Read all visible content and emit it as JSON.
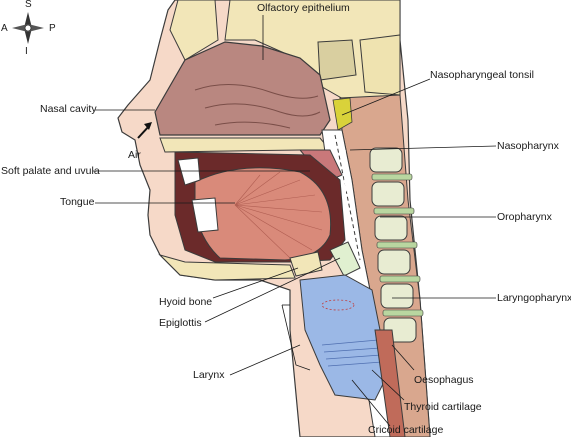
{
  "compass": {
    "superior": "S",
    "inferior": "I",
    "anterior": "A",
    "posterior": "P"
  },
  "labels": {
    "olfactory_epithelium": "Olfactory epithelium",
    "nasopharyngeal_tonsil": "Nasopharyngeal tonsil",
    "nasal_cavity": "Nasal cavity",
    "air": "Air",
    "nasopharynx": "Nasopharynx",
    "soft_palate_uvula": "Soft palate and uvula",
    "tongue": "Tongue",
    "oropharynx": "Oropharynx",
    "hyoid_bone": "Hyoid bone",
    "epiglottis": "Epiglottis",
    "laryngopharynx": "Laryngopharynx",
    "larynx": "Larynx",
    "oesophagus": "Oesophagus",
    "thyroid_cartilage": "Thyroid cartilage",
    "cricoid_cartilage": "Cricoid cartilage"
  },
  "colors": {
    "bone": "#f2e6b8",
    "bone_outline": "#3b3b3b",
    "skin": "#f6d9c8",
    "nasal_cavity": "#b98780",
    "tongue": "#d98a7a",
    "muscle": "#d9a78e",
    "pharynx_dark": "#6b2a2a",
    "cartilage": "#9bb8e6",
    "tonsil": "#d9d23a",
    "airway": "#ffffff"
  }
}
